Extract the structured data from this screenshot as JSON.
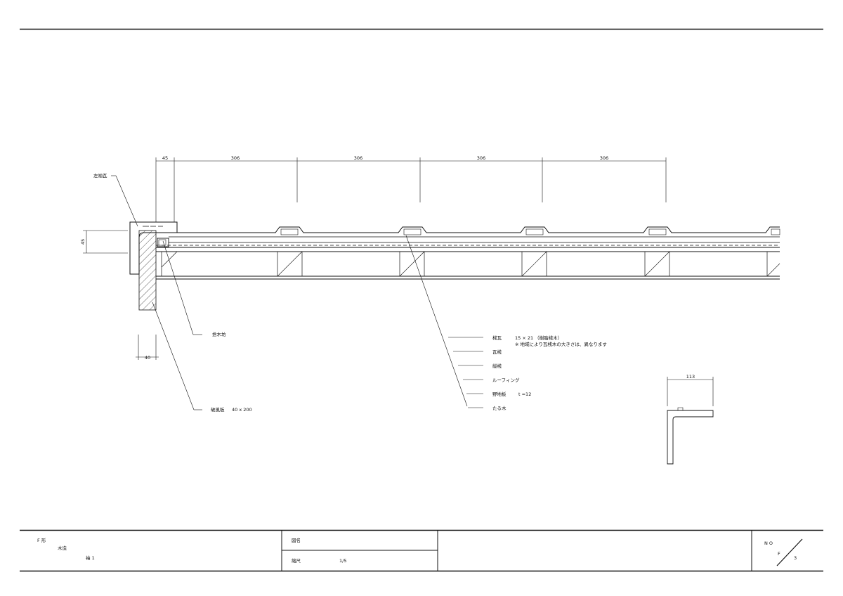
{
  "dimensions": {
    "overhang": "45",
    "spacing": [
      "306",
      "306",
      "306",
      "306"
    ],
    "eave_height": "45",
    "board_thickness": "40",
    "detail_width": "113"
  },
  "callouts": {
    "left_sleeve_tile": "左袖瓦",
    "edge_batten": "捨木坊",
    "barge_board": "破風板",
    "barge_board_size": "40 x 200"
  },
  "legend": {
    "batten_label": "桟瓦",
    "batten_spec": "15 × 21 （樹脂桟木）",
    "batten_note": "※ 地域により瓦桟木の大きさは、異なります",
    "tile_batten": "瓦桟",
    "vertical_batten": "縦桟",
    "roofing": "ルーフィング",
    "sheathing_label": "野地板",
    "sheathing_spec": "t =12",
    "rafter": "たる木"
  },
  "title_block": {
    "series": "F 形",
    "structure": "木造",
    "sleeve": "袖 1",
    "drawing_name_label": "図名",
    "scale_label": "縮尺",
    "scale_value": "1/5",
    "no_label": "N O",
    "sheet_series": "F",
    "sheet_number": "3"
  }
}
